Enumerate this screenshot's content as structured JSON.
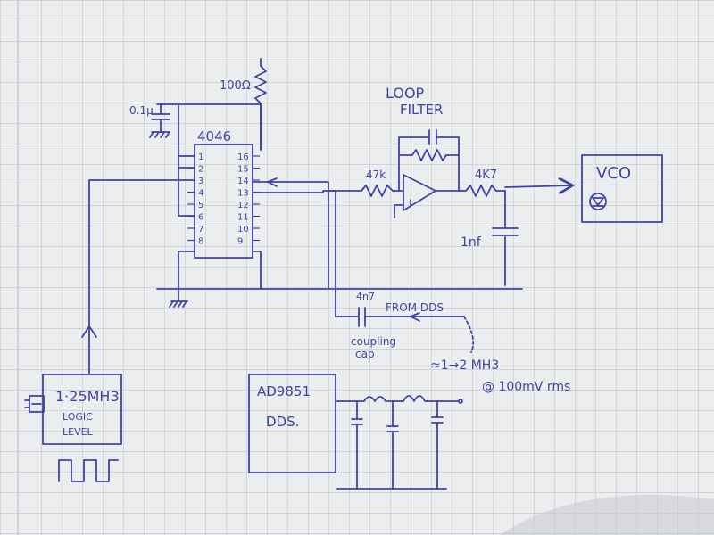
{
  "palette": {
    "paper": "#ecedee",
    "grid": "#b7b9c4",
    "ink": "#3f43a8",
    "margin_line": "#c9b8c3"
  },
  "pll": {
    "ic_name": "4046",
    "left_pins": [
      "1",
      "2",
      "3",
      "4",
      "5",
      "6",
      "7",
      "8"
    ],
    "right_pins": [
      "16",
      "15",
      "14",
      "13",
      "12",
      "11",
      "10",
      "9"
    ]
  },
  "labels": {
    "resistor_top": "100Ω",
    "decoupling_cap": "0.1µ",
    "loop_filter_line1": "LOOP",
    "loop_filter_line2": "FILTER",
    "input_resistor": "47k",
    "output_resistor": "4K7",
    "filter_cap": "1nf",
    "vco": "VCO",
    "coupling_value": "4n7",
    "coupling_line1": "coupling",
    "coupling_line2": "cap",
    "from_dds": "FROM DDS",
    "freq_range": "≈1→2 MH3",
    "amplitude": "@ 100mV rms",
    "dds_line1": "AD9851",
    "dds_line2": "DDS.",
    "osc_freq": "1·25MH3",
    "osc_line1": "LOGIC",
    "osc_line2": "LEVEL"
  }
}
